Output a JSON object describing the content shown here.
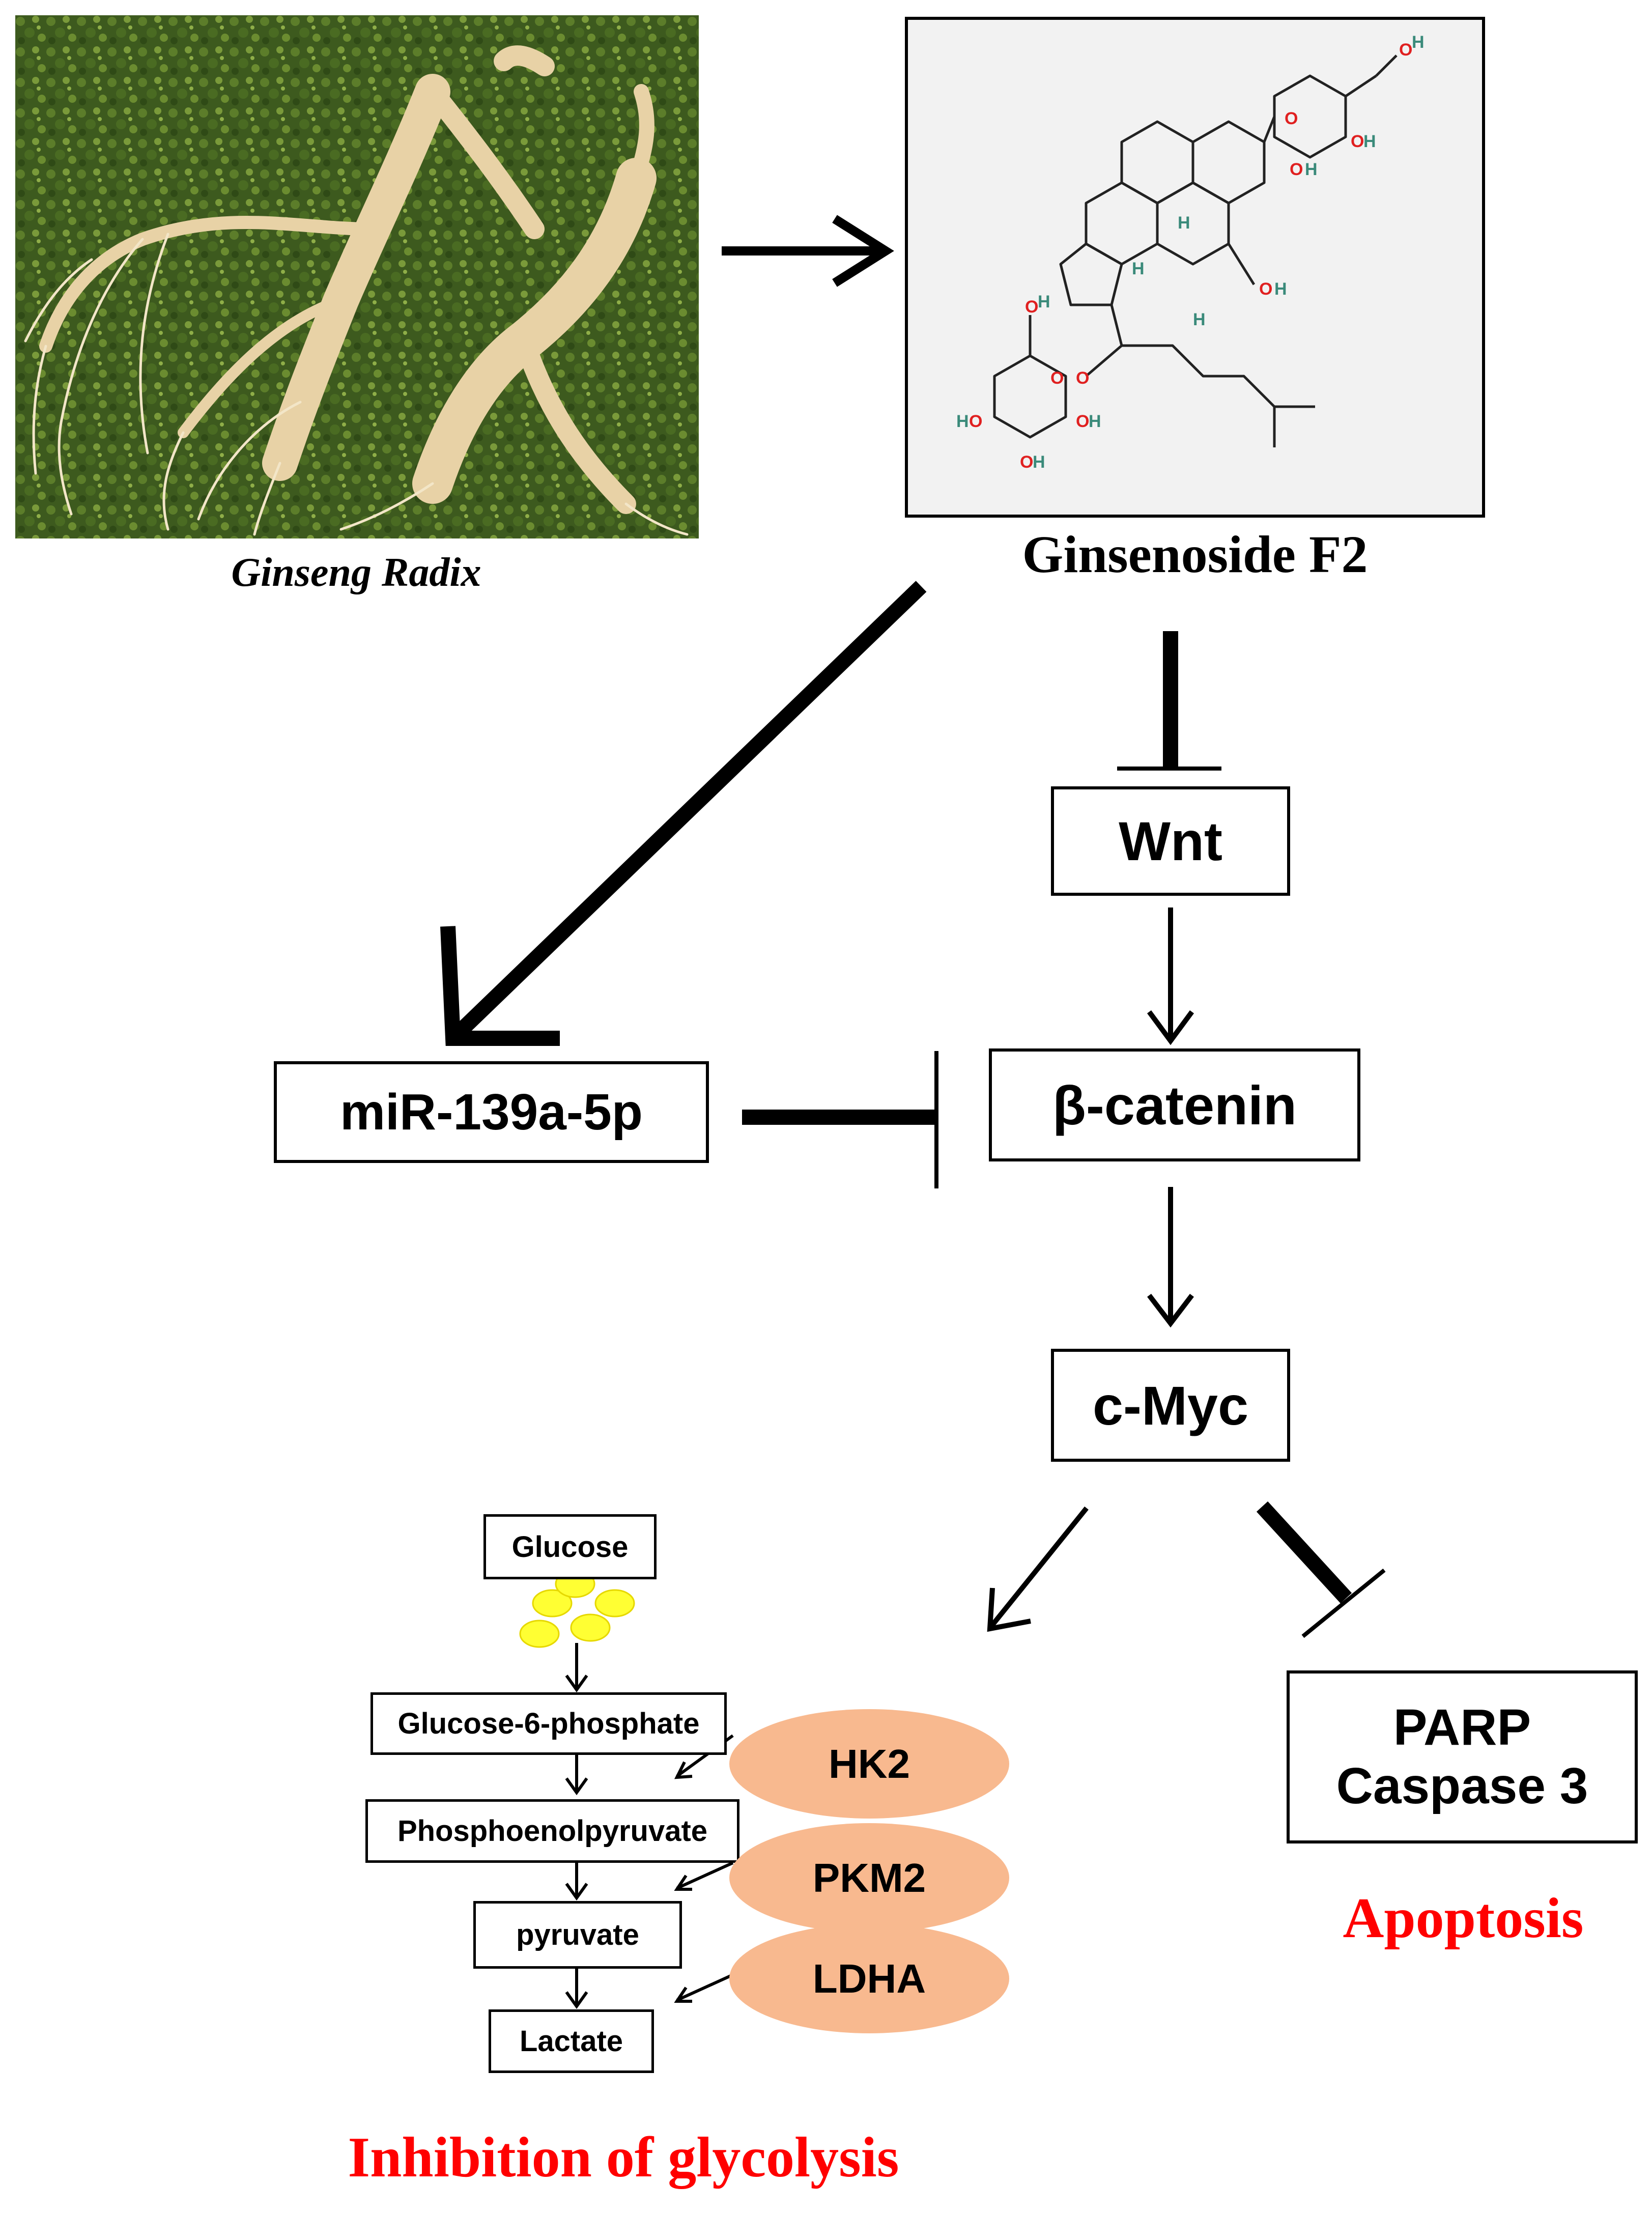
{
  "images": {
    "ginseng_caption": "Ginseng Radix",
    "compound_name": "Ginsenoside F2"
  },
  "nodes": {
    "wnt": "Wnt",
    "mirna": "miR-139a-5p",
    "beta_catenin": "β-catenin",
    "cmyc": "c-Myc",
    "parp_line1": "PARP",
    "parp_line2": "Caspase 3"
  },
  "glycolysis": {
    "glucose": "Glucose",
    "g6p": "Glucose-6-phosphate",
    "pep": "Phosphoenolpyruvate",
    "pyruvate": "pyruvate",
    "lactate": "Lactate"
  },
  "enzymes": {
    "hk2": "HK2",
    "pkm2": "PKM2",
    "ldha": "LDHA"
  },
  "outcomes": {
    "apoptosis": "Apoptosis",
    "glycolysis_inhibition": "Inhibition of glycolysis"
  },
  "colors": {
    "outcome_red": "#ff0000",
    "enzyme_fill": "#f8b98f",
    "glucose_yellow": "#ffff33"
  }
}
